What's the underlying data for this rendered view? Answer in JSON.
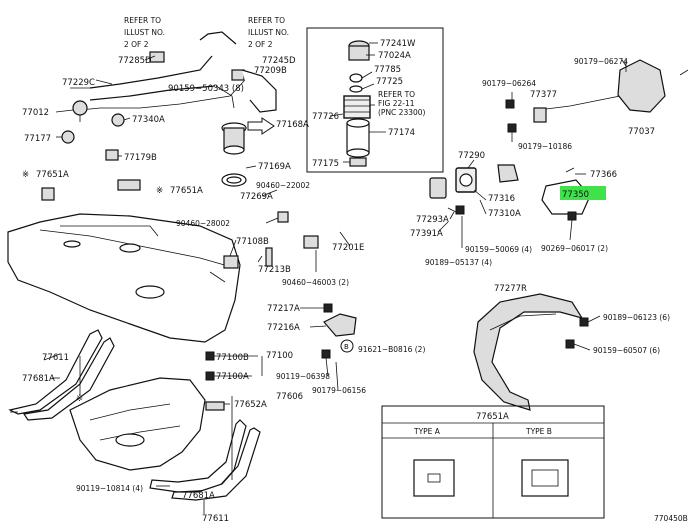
{
  "refer_notes": [
    {
      "id": "refer-left",
      "lines": [
        "REFER TO",
        "ILLUST NO.",
        "2 OF 2"
      ]
    },
    {
      "id": "refer-right",
      "lines": [
        "REFER TO",
        "ILLUST NO.",
        "2 OF 2"
      ]
    },
    {
      "id": "refer-fig",
      "lines": [
        "REFER TO",
        "FIG 22-11",
        "(PNC 23300)"
      ]
    }
  ],
  "parts": [
    {
      "id": "77285D",
      "text": "77285D"
    },
    {
      "id": "77245D",
      "text": "77245D"
    },
    {
      "id": "77209B",
      "text": "77209B"
    },
    {
      "id": "77229C",
      "text": "77229C"
    },
    {
      "id": "90159-50343",
      "text": "90159−50343 (8)"
    },
    {
      "id": "77012",
      "text": "77012"
    },
    {
      "id": "77340A",
      "text": "77340A"
    },
    {
      "id": "77168A",
      "text": "77168A"
    },
    {
      "id": "77177",
      "text": "77177"
    },
    {
      "id": "77179B",
      "text": "77179B"
    },
    {
      "id": "77169A",
      "text": "77169A"
    },
    {
      "id": "77651A-1",
      "text": "77651A"
    },
    {
      "id": "77651A-2",
      "text": "77651A"
    },
    {
      "id": "90460-22002",
      "text": "90460−22002"
    },
    {
      "id": "77269A",
      "text": "77269A"
    },
    {
      "id": "90460-28002",
      "text": "90460−28002"
    },
    {
      "id": "77108B",
      "text": "77108B"
    },
    {
      "id": "77213B",
      "text": "77213B"
    },
    {
      "id": "77201E",
      "text": "77201E"
    },
    {
      "id": "90460-46003",
      "text": "90460−46003 (2)"
    },
    {
      "id": "77241W",
      "text": "77241W"
    },
    {
      "id": "77024A",
      "text": "77024A"
    },
    {
      "id": "77785",
      "text": "77785"
    },
    {
      "id": "77725",
      "text": "77725"
    },
    {
      "id": "77726",
      "text": "77726"
    },
    {
      "id": "77174",
      "text": "77174"
    },
    {
      "id": "77175",
      "text": "77175"
    },
    {
      "id": "77290",
      "text": "77290"
    },
    {
      "id": "77316",
      "text": "77316"
    },
    {
      "id": "77310A",
      "text": "77310A"
    },
    {
      "id": "77293A",
      "text": "77293A"
    },
    {
      "id": "77391A",
      "text": "77391A"
    },
    {
      "id": "90159-50069",
      "text": "90159−50069 (4)"
    },
    {
      "id": "90189-05137",
      "text": "90189−05137 (4)"
    },
    {
      "id": "90179-06264",
      "text": "90179−06264"
    },
    {
      "id": "90179-06274",
      "text": "90179−06274"
    },
    {
      "id": "77377",
      "text": "77377"
    },
    {
      "id": "90179-10186",
      "text": "90179−10186"
    },
    {
      "id": "77037",
      "text": "77037"
    },
    {
      "id": "77366",
      "text": "77366"
    },
    {
      "id": "77350",
      "text": "77350"
    },
    {
      "id": "90269-06017",
      "text": "90269−06017 (2)"
    },
    {
      "id": "77277R",
      "text": "77277R"
    },
    {
      "id": "90189-06123",
      "text": "90189−06123 (6)"
    },
    {
      "id": "90159-60507",
      "text": "90159−60507 (6)"
    },
    {
      "id": "77217A",
      "text": "77217A"
    },
    {
      "id": "77216A",
      "text": "77216A"
    },
    {
      "id": "91621-B0816",
      "text": "91621−B0816 (2)"
    },
    {
      "id": "90119-06398",
      "text": "90119−06398"
    },
    {
      "id": "90179-06156",
      "text": "90179−06156"
    },
    {
      "id": "77100B",
      "text": "77100B"
    },
    {
      "id": "77100A",
      "text": "77100A"
    },
    {
      "id": "77100",
      "text": "77100"
    },
    {
      "id": "77606",
      "text": "77606"
    },
    {
      "id": "77652A",
      "text": "77652A"
    },
    {
      "id": "77611-1",
      "text": "77611"
    },
    {
      "id": "77681A-1",
      "text": "77681A"
    },
    {
      "id": "77681A-2",
      "text": "77681A"
    },
    {
      "id": "77611-2",
      "text": "77611"
    },
    {
      "id": "90119-10814",
      "text": "90119−10814 (4)"
    }
  ],
  "highlighted_part": "77350",
  "highlight_color": "#3fe24a",
  "asterisk": "※",
  "circle_b": "B",
  "type_table": {
    "title": "77651A",
    "col_a": "TYPE  A",
    "col_b": "TYPE  B"
  },
  "diagram_code": "770450B"
}
